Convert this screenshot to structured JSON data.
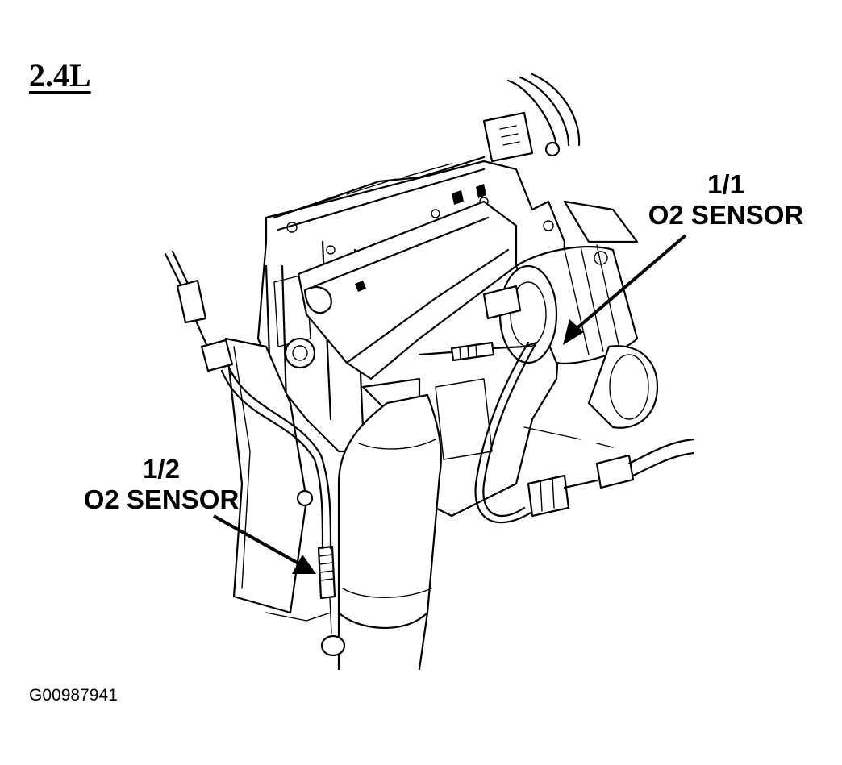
{
  "diagram": {
    "engine_label": "2.4L",
    "callouts": [
      {
        "id": "sensor-1-1",
        "position_label": "1/1",
        "name": "O2 SENSOR"
      },
      {
        "id": "sensor-1-2",
        "position_label": "1/2",
        "name": "O2 SENSOR"
      }
    ],
    "figure_id": "G00987941"
  }
}
